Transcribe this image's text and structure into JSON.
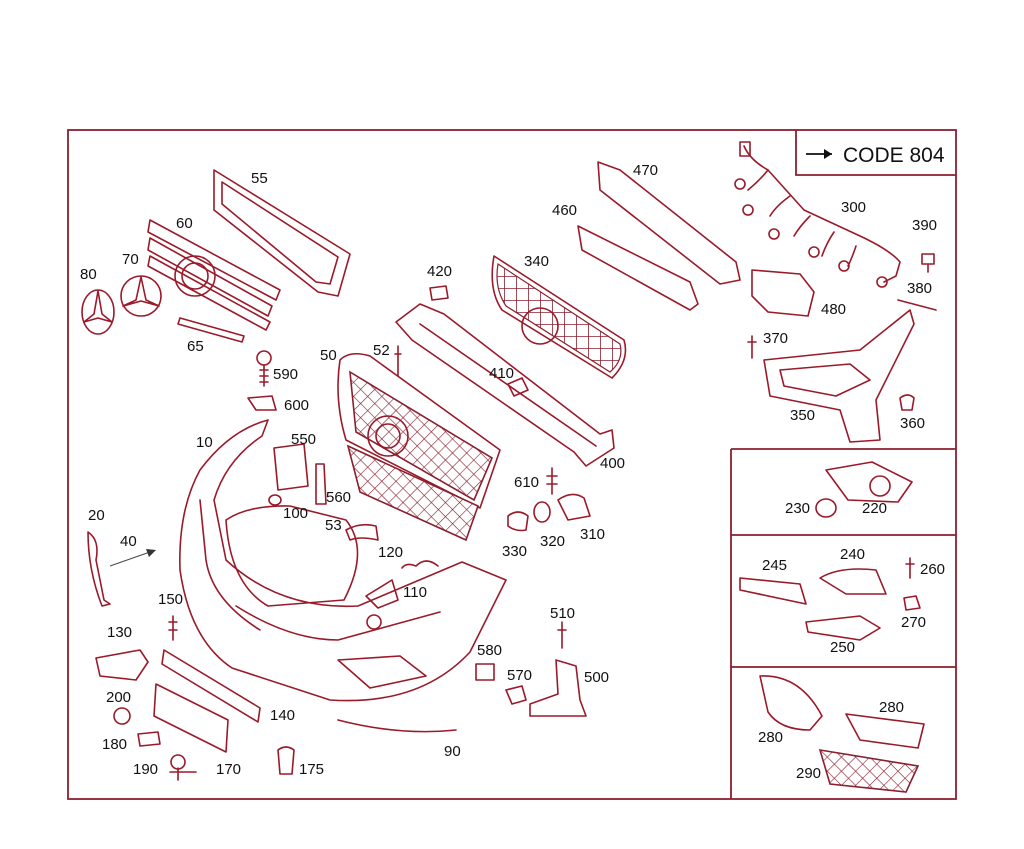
{
  "code_box": {
    "arrow": "→",
    "text": "CODE 804"
  },
  "labels": {
    "l10": "10",
    "l20": "20",
    "l40": "40",
    "l50": "50",
    "l52": "52",
    "l53": "53",
    "l55": "55",
    "l60": "60",
    "l65": "65",
    "l70": "70",
    "l80": "80",
    "l90": "90",
    "l100": "100",
    "l110": "110",
    "l120": "120",
    "l130": "130",
    "l140": "140",
    "l150": "150",
    "l170": "170",
    "l175": "175",
    "l180": "180",
    "l190": "190",
    "l200": "200",
    "l220": "220",
    "l230": "230",
    "l240": "240",
    "l245": "245",
    "l250": "250",
    "l260": "260",
    "l270": "270",
    "l280a": "280",
    "l280b": "280",
    "l290": "290",
    "l300": "300",
    "l310": "310",
    "l320": "320",
    "l330": "330",
    "l340": "340",
    "l350": "350",
    "l360": "360",
    "l370": "370",
    "l380": "380",
    "l390": "390",
    "l400": "400",
    "l410": "410",
    "l420": "420",
    "l460": "460",
    "l470": "470",
    "l480": "480",
    "l500": "500",
    "l510": "510",
    "l550": "550",
    "l560": "560",
    "l570": "570",
    "l580": "580",
    "l590": "590",
    "l600": "600",
    "l610": "610"
  },
  "colors": {
    "line": "#8a1f2f",
    "text": "#111111",
    "background": "#ffffff"
  }
}
